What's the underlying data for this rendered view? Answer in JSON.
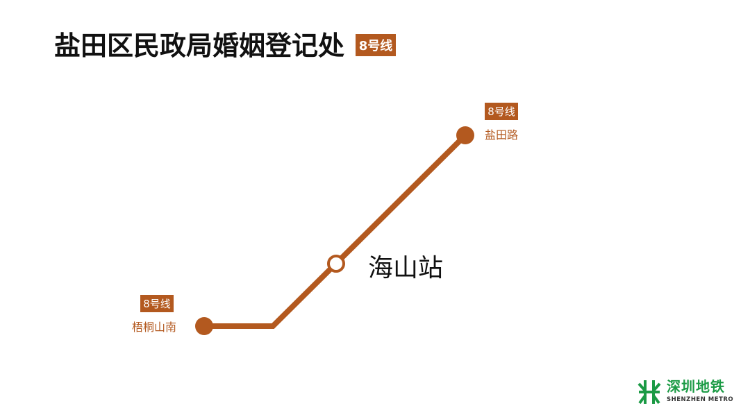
{
  "title": "盐田区民政局婚姻登记处",
  "title_line_badge": "8号线",
  "line_color": "#b3591f",
  "stations": {
    "yantian_road": {
      "name": "盐田路",
      "line_badge": "8号线"
    },
    "haishan": {
      "name": "海山站"
    },
    "wutong_mountain_south": {
      "name": "梧桐山南",
      "line_badge": "8号线"
    }
  },
  "logo": {
    "name_cn": "深圳地铁",
    "name_en": "SHENZHEN METRO",
    "color": "#1a9a44"
  }
}
